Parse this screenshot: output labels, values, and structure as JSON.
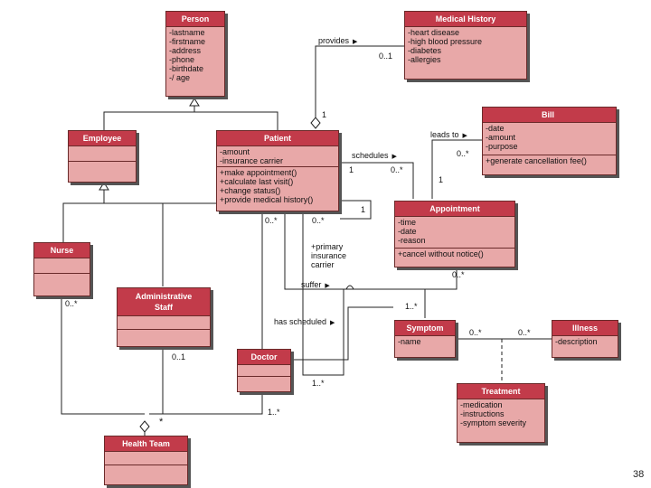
{
  "classes": {
    "person": {
      "name": "Person",
      "attributes": [
        "-lastname",
        "-firstname",
        "-address",
        "-phone",
        "-birthdate",
        "-/ age"
      ]
    },
    "medical_history": {
      "name": "Medical History",
      "attributes": [
        "-heart disease",
        "-high blood pressure",
        "-diabetes",
        "-allergies"
      ]
    },
    "bill": {
      "name": "Bill",
      "attributes": [
        "-date",
        "-amount",
        "-purpose"
      ],
      "operations": [
        "+generate cancellation fee()"
      ]
    },
    "employee": {
      "name": "Employee"
    },
    "patient": {
      "name": "Patient",
      "attributes": [
        "-amount",
        "-insurance carrier"
      ],
      "operations": [
        "+make appointment()",
        "+calculate last visit()",
        "+change status()",
        "+provide medical history()"
      ]
    },
    "appointment": {
      "name": "Appointment",
      "attributes": [
        "-time",
        "-date",
        "-reason"
      ],
      "operations": [
        "+cancel without notice()"
      ]
    },
    "nurse": {
      "name": "Nurse"
    },
    "admin_staff": {
      "name": "Administrative Staff"
    },
    "doctor": {
      "name": "Doctor"
    },
    "symptom": {
      "name": "Symptom",
      "attributes": [
        "-name"
      ]
    },
    "illness": {
      "name": "Illness",
      "attributes": [
        "-description"
      ]
    },
    "treatment": {
      "name": "Treatment",
      "attributes": [
        "-medication",
        "-instructions",
        "-symptom severity"
      ]
    },
    "health_team": {
      "name": "Health Team"
    }
  },
  "associations": {
    "provides": "provides",
    "leads_to": "leads to",
    "schedules": "schedules",
    "suffer": "suffer",
    "has_scheduled": "has scheduled",
    "primary_carrier": "+primary insurance carrier"
  },
  "multiplicities": {
    "mh_side": "0..1",
    "patient_top": "1",
    "bill_side": "0..*",
    "appt_bill": "1",
    "patient_sched": "1",
    "appt_sched": "0..*",
    "patient_self": "1",
    "patient_left": "0..*",
    "patient_right": "0..*",
    "appt_bottom": "0..*",
    "symptom_top": "1..*",
    "nurse_bottom": "0..*",
    "admin_bottom": "0..1",
    "symptom_right": "0..*",
    "illness_left": "0..*",
    "doctor_right": "1..*",
    "doctor_bottom": "1..*",
    "team_star": "*"
  },
  "page_number": "38",
  "colors": {
    "header": "#c23b4a",
    "body": "#e8a8a8",
    "border": "#6a2a2a",
    "shadow": "#555555"
  }
}
